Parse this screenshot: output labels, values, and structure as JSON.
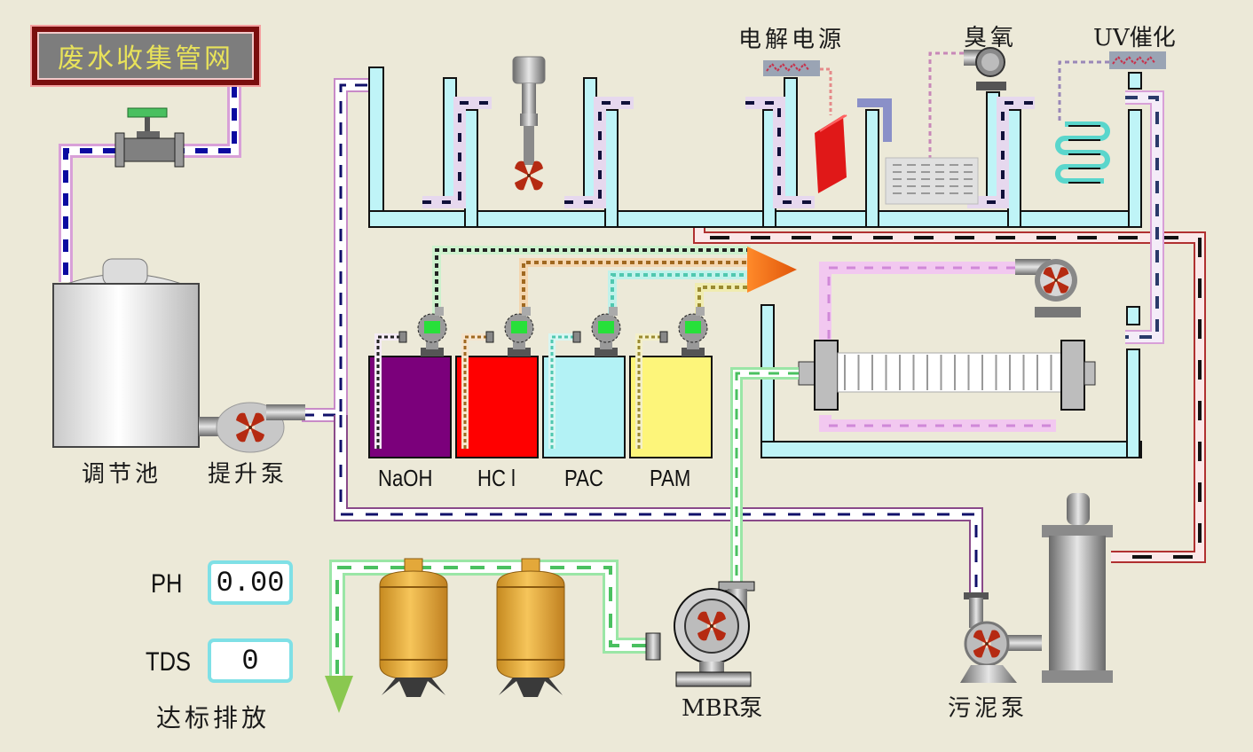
{
  "title": "废水收集管网",
  "labels": {
    "regulating_tank": "调节池",
    "lift_pump": "提升泵",
    "electrolysis_power": "电解电源",
    "ozone": "臭氧",
    "uv_catalysis": "UV催化",
    "mbr_pump": "MBR泵",
    "sludge_pump": "污泥泵",
    "discharge": "达标排放"
  },
  "chemicals": [
    {
      "name": "NaOH",
      "color": "#7b007b"
    },
    {
      "name": "HCl",
      "label": "HC l",
      "color": "#ff0000"
    },
    {
      "name": "PAC",
      "color": "#b3f2f5"
    },
    {
      "name": "PAM",
      "color": "#fdf57a"
    }
  ],
  "readouts": {
    "ph_label": "PH",
    "ph_value": "0.00",
    "tds_label": "TDS",
    "tds_value": "0"
  },
  "colors": {
    "background": "#ece9d8",
    "tank_water": "#bff4f7",
    "pipe_main": "#0a0a8a",
    "pipe_sludge": "#111111",
    "pipe_clean": "#5acb6a",
    "pump_impeller": "#b52a12",
    "filter_tank": "#e3a83a"
  }
}
